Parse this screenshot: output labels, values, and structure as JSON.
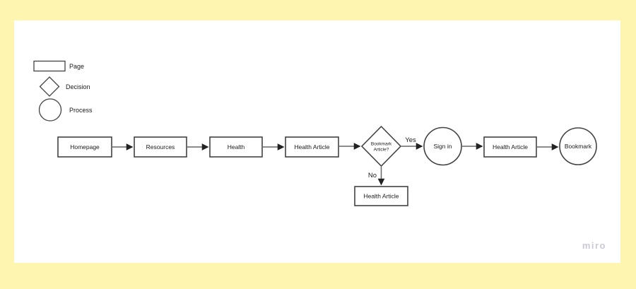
{
  "board": {
    "watermark": "miro",
    "colors": {
      "frame_background": "#FDF5B0",
      "canvas_background": "#FFFFFF",
      "shape_stroke": "#424242",
      "connector": "#666666",
      "text": "#1A1A1A",
      "watermark_color": "#C9CAD5"
    }
  },
  "legend": {
    "items": [
      {
        "shape": "rectangle",
        "label": "Page"
      },
      {
        "shape": "diamond",
        "label": "Decision"
      },
      {
        "shape": "circle",
        "label": "Process"
      }
    ]
  },
  "flowchart": {
    "nodes": [
      {
        "id": "homepage",
        "type": "page",
        "label": "Homepage"
      },
      {
        "id": "resources",
        "type": "page",
        "label": "Resources"
      },
      {
        "id": "health",
        "type": "page",
        "label": "Health"
      },
      {
        "id": "health-article",
        "type": "page",
        "label": "Health Article"
      },
      {
        "id": "bookmark-article-decision",
        "type": "decision",
        "label": "Bookmark Article?",
        "label_line1": "Bookmark",
        "label_line2": "Article?"
      },
      {
        "id": "sign-in",
        "type": "process",
        "label": "Sign in"
      },
      {
        "id": "health-article-2",
        "type": "page",
        "label": "Health Article"
      },
      {
        "id": "bookmark",
        "type": "process",
        "label": "Bookmark"
      },
      {
        "id": "health-article-no",
        "type": "page",
        "label": "Health Article"
      }
    ],
    "edge_labels": {
      "yes": "Yes",
      "no": "No"
    }
  }
}
